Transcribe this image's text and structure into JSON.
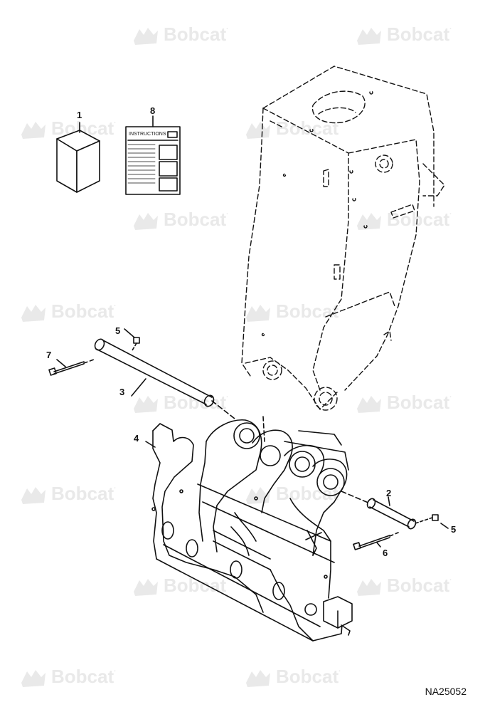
{
  "watermark": {
    "text": "Bobcat",
    "registered": "."
  },
  "callouts": [
    {
      "id": "1",
      "label": "1"
    },
    {
      "id": "8",
      "label": "8"
    },
    {
      "id": "5a",
      "label": "5"
    },
    {
      "id": "7",
      "label": "7"
    },
    {
      "id": "3",
      "label": "3"
    },
    {
      "id": "4",
      "label": "4"
    },
    {
      "id": "2",
      "label": "2"
    },
    {
      "id": "5b",
      "label": "5"
    },
    {
      "id": "6",
      "label": "6"
    }
  ],
  "manual": {
    "title": "INSTRUCTIONS"
  },
  "reference_code": "NA25052",
  "colors": {
    "line": "#111111",
    "watermark": "#e6e6e6",
    "background": "#ffffff"
  }
}
